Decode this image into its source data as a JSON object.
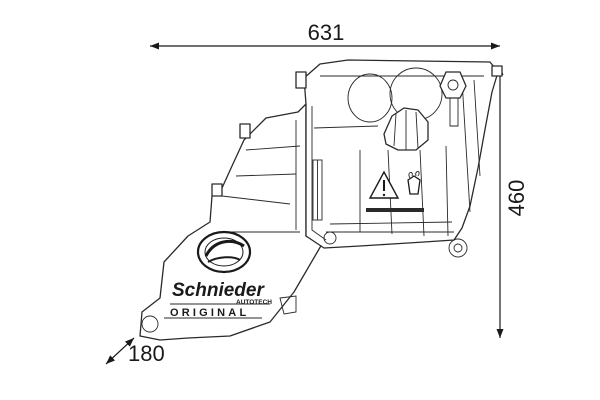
{
  "dimensions": {
    "width": "631",
    "height": "460",
    "depth": "180"
  },
  "brand": {
    "name": "Schnieder",
    "suffix": "AUTOTECH",
    "tagline": "ORIGINAL"
  },
  "colors": {
    "line": "#2a2a2a",
    "background": "#ffffff"
  },
  "icons": [
    "warning-triangle-icon",
    "hot-hand-icon",
    "logo-globe-icon",
    "filler-cap-icon"
  ]
}
